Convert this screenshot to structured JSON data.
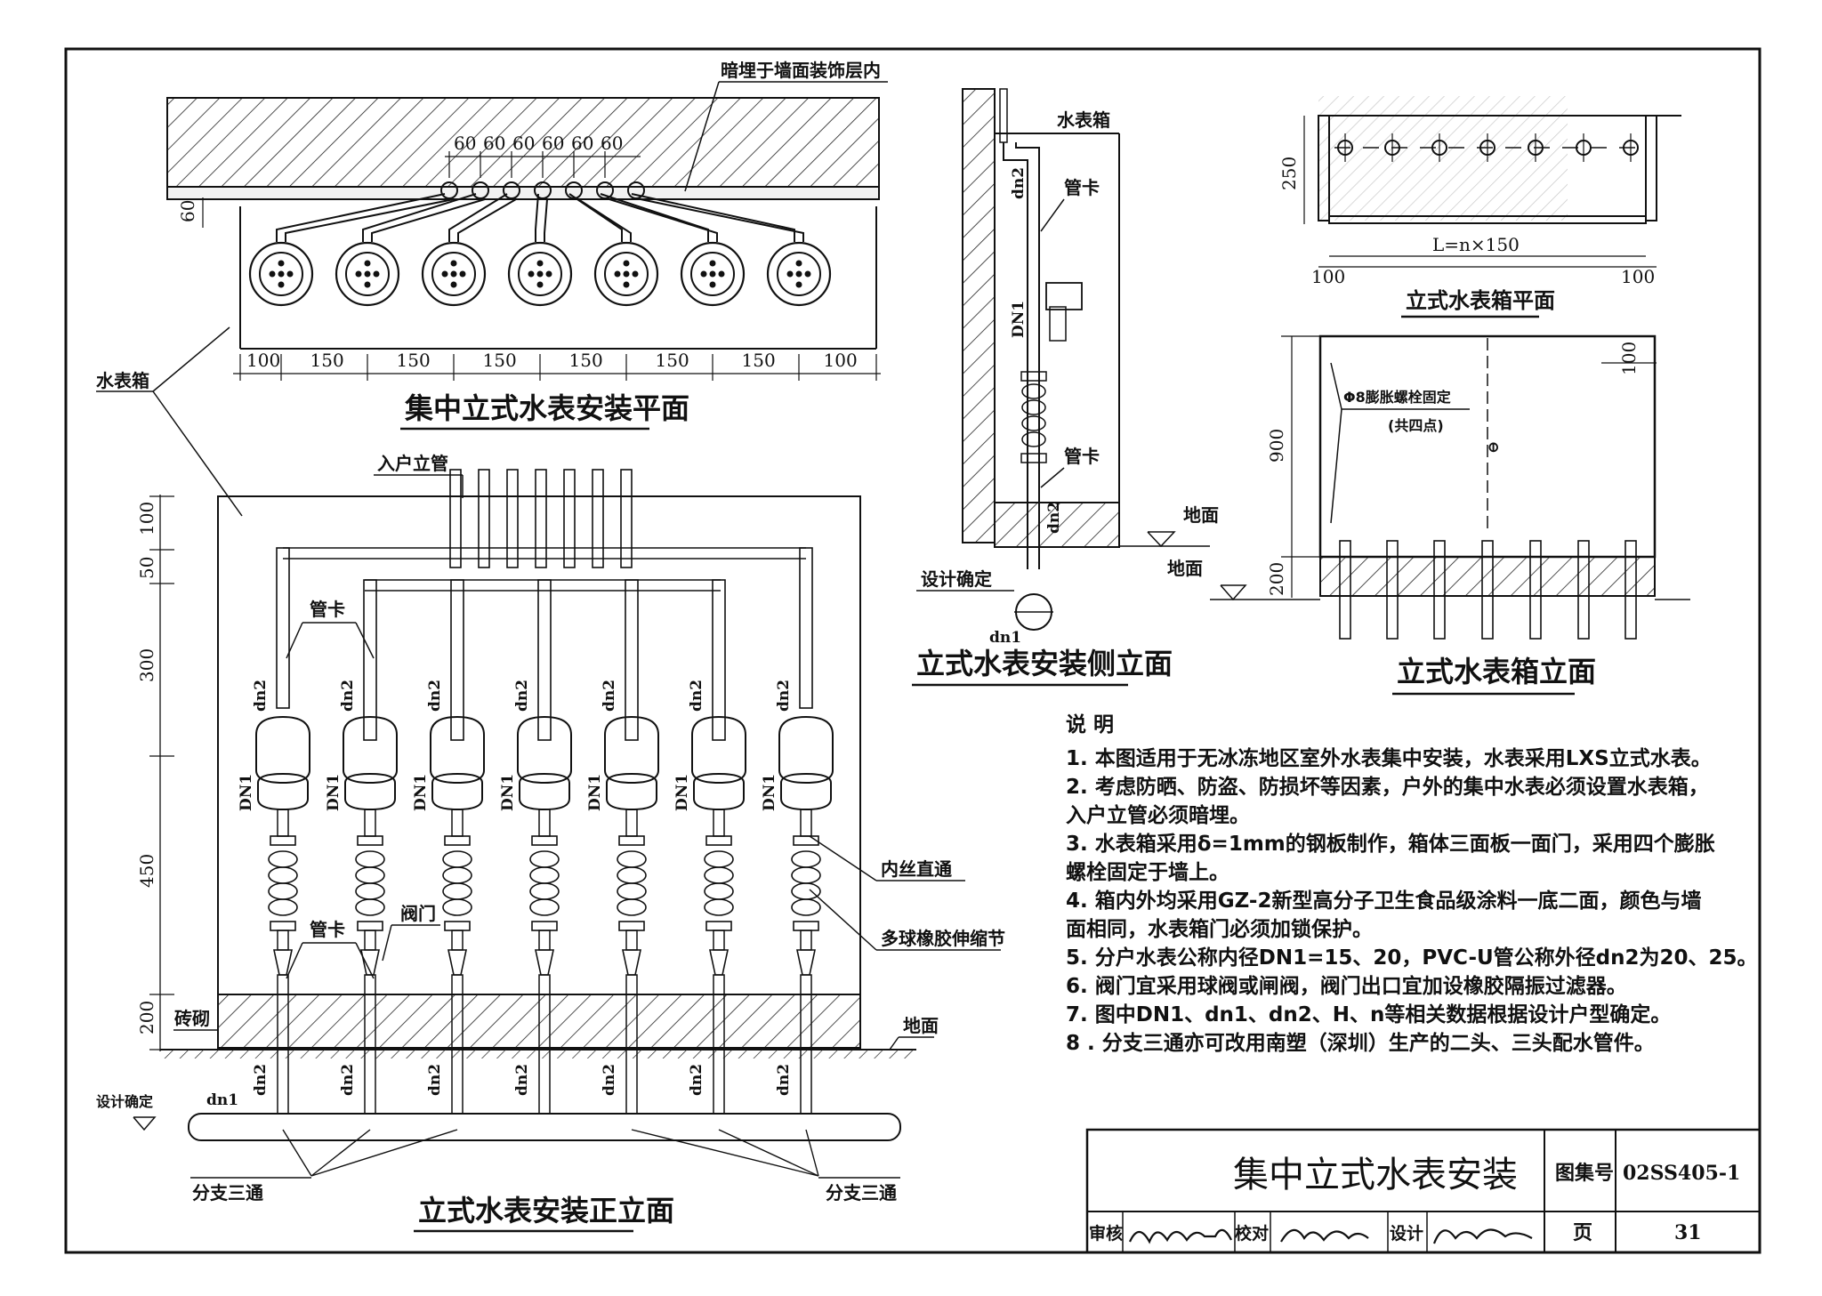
{
  "top_plan": {
    "title": "集中立式水表安装平面",
    "label_hidden": "暗埋于墙面装饰层内",
    "dims_top": [
      "60",
      "60",
      "60",
      "60",
      "60",
      "60"
    ],
    "dim_side": "60",
    "dims_bottom": [
      "100",
      "150",
      "150",
      "150",
      "150",
      "150",
      "150",
      "100"
    ],
    "label_box": "水表箱"
  },
  "side_elev": {
    "title": "立式水表安装侧立面",
    "label_box": "水表箱",
    "label_clamp_top": "管卡",
    "label_clamp_bottom": "管卡",
    "label_design": "设计确定",
    "label_ground": "地面",
    "pipe_dn1": "DN1",
    "pipe_dn2": "dn2",
    "pipe_dn2b": "dn2",
    "pipe_bottom": "dn1"
  },
  "box_plan": {
    "title": "立式水表箱平面",
    "dim_h": "250",
    "dim_l": "L=n×150",
    "dim_left": "100",
    "dim_right": "100"
  },
  "box_elev": {
    "title": "立式水表箱立面",
    "label_bolt": "Φ8膨胀螺栓固定",
    "label_bolt2": "(共四点)",
    "label_ground": "地面",
    "dim_100": "100",
    "dim_900": "900",
    "dim_200": "200"
  },
  "front_elev": {
    "title": "立式水表安装正立面",
    "label_riser": "入户立管",
    "label_clamp1": "管卡",
    "label_clamp2": "管卡",
    "label_valve": "阀门",
    "label_union": "内丝直通",
    "label_joint": "多球橡胶伸缩节",
    "label_brick": "砖砌",
    "label_ground": "地面",
    "label_design": "设计确定",
    "label_tee_left": "分支三通",
    "label_tee_right": "分支三通",
    "label_main": "dn1",
    "dims_left": [
      "100",
      "50",
      "300",
      "450",
      "200"
    ],
    "pipe_dn2": "dn2",
    "pipe_dn1": "DN1"
  },
  "notes": {
    "heading": "说  明",
    "items": [
      "1.  本图适用于无冰冻地区室外水表集中安装，水表采用LXS立式水表。",
      "2.  考虑防晒、防盗、防损坏等因素，户外的集中水表必须设置水表箱，",
      "     入户立管必须暗埋。",
      "3.  水表箱采用δ=1mm的钢板制作，箱体三面板一面门，采用四个膨胀",
      "     螺栓固定于墙上。",
      "4.  箱内外均采用GZ-2新型高分子卫生食品级涂料一底二面，颜色与墙",
      "     面相同，水表箱门必须加锁保护。",
      "5.  分户水表公称内径DN1=15、20，PVC-U管公称外径dn2为20、25。",
      "6.  阀门宜采用球阀或闸阀，阀门出口宜加设橡胶隔振过滤器。",
      "7.  图中DN1、dn1、dn2、H、n等相关数据根据设计户型确定。",
      "8 . 分支三通亦可改用南塑（深圳）生产的二头、三头配水管件。"
    ]
  },
  "title_block": {
    "drawing_title": "集中立式水表安装",
    "atlas_label": "图集号",
    "atlas_no": "02SS405-1",
    "review_label": "审核",
    "check_label": "校对",
    "design_label": "设计",
    "page_label": "页",
    "page_no": "31"
  }
}
